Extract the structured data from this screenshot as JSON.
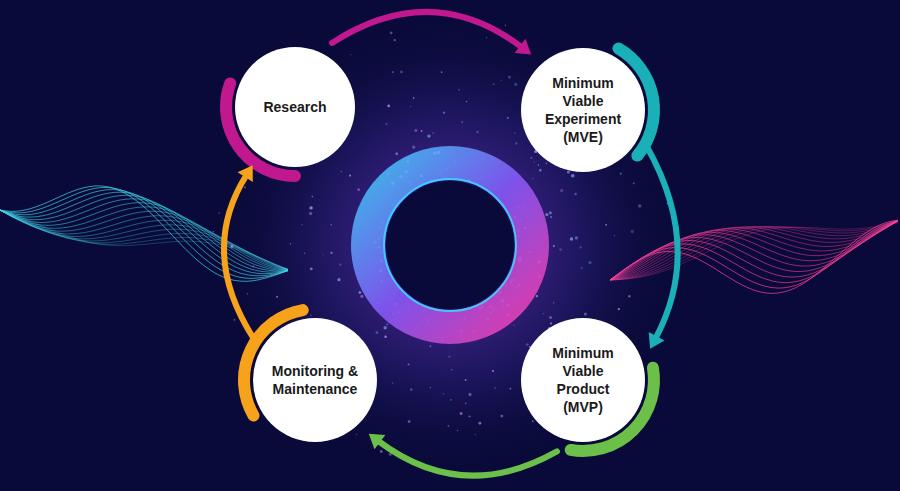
{
  "diagram": {
    "nodes": [
      {
        "text": [
          "Research"
        ]
      },
      {
        "text": [
          "Minimum Viable Experiment (MVE)"
        ]
      },
      {
        "text": [
          "Minimum Viable Product (MVP)"
        ]
      },
      {
        "text": [
          "Monitoring & Maintenance"
        ]
      }
    ],
    "edges": [
      {
        "from": 0,
        "to": 1,
        "arrow": "to"
      },
      {
        "from": 1,
        "to": 2,
        "arrow": "to"
      },
      {
        "from": 2,
        "to": 3,
        "arrow": "to"
      },
      {
        "from": 3,
        "to": 0,
        "arrow": "to"
      }
    ]
  }
}
